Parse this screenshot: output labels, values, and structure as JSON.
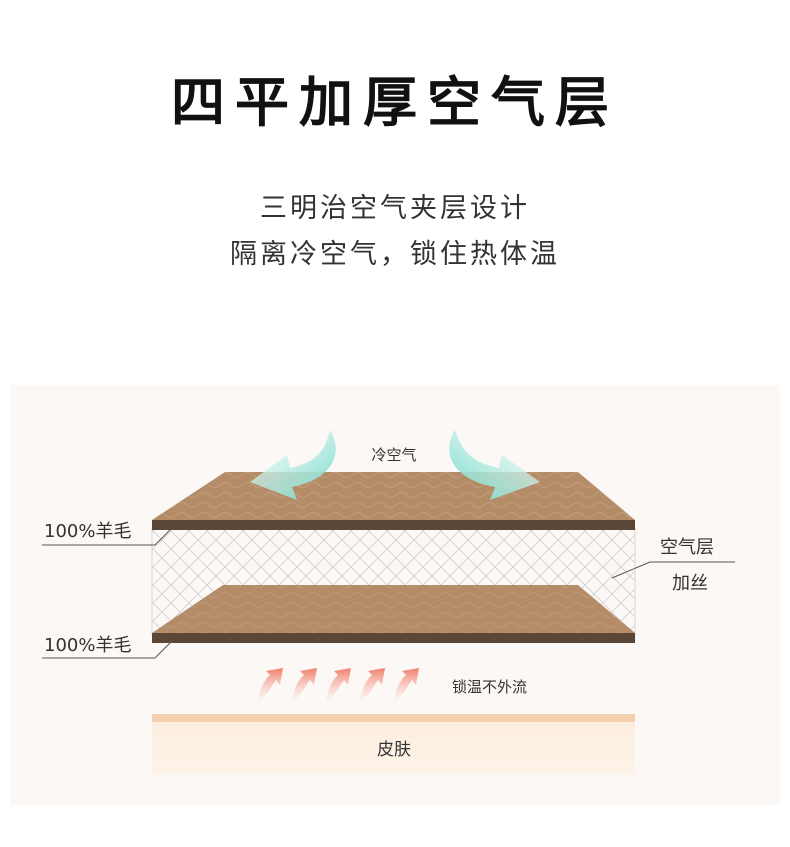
{
  "title": "四平加厚空气层",
  "subtitle_lines": [
    "三明治空气夹层设计",
    "隔离冷空气，锁住热体温"
  ],
  "diagram": {
    "cold_air_label": "冷空气",
    "top_layer_label": "100%羊毛",
    "air_layer_label_1": "空气层",
    "air_layer_label_2": "加丝",
    "bottom_layer_label": "100%羊毛",
    "warmth_label": "锁温不外流",
    "skin_label": "皮肤",
    "colors": {
      "wool": "#b48c68",
      "wool_edge": "#5a4738",
      "cold_arrow": "#6fd9c8",
      "warm_arrow": "#f07f6a",
      "skin": "#f9e7d3",
      "skin_top": "#f4cfad",
      "mesh": "#c9c9c9",
      "background_panel": "#fbf8f6"
    },
    "icons": [
      "cold-air-arrow-icon",
      "warm-air-arrow-icon"
    ]
  }
}
